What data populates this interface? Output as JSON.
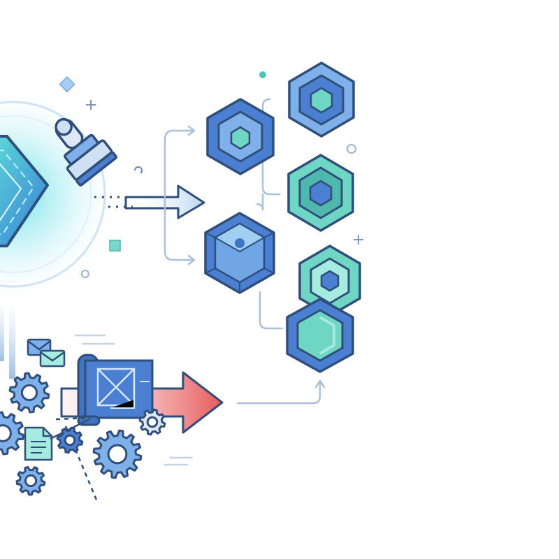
{
  "colors": {
    "outline": "#2f4f7a",
    "blue": "#4a7fd1",
    "blue_light": "#7fb0ea",
    "teal": "#6fd6c4",
    "teal_light": "#a6ebdf",
    "cyan_glow": "#4fe0e6",
    "red_arrow": "#e8585a",
    "connector": "#a9c0d8",
    "background": "#ffffff"
  },
  "icons": [
    "glowing-hexagon-core-icon",
    "rubber-stamp-icon",
    "hexagon-module-icon",
    "blueprint-scroll-icon",
    "gear-icon",
    "envelope-icon",
    "document-icon",
    "arrow-right-icon"
  ],
  "modules": [
    {
      "id": "module-1",
      "style": "blue-outer-teal-inner"
    },
    {
      "id": "module-2",
      "style": "light-blue-outer-teal-inner"
    },
    {
      "id": "module-3",
      "style": "teal-outer-blue-inner"
    },
    {
      "id": "module-4",
      "style": "blue-faceted"
    },
    {
      "id": "module-5",
      "style": "teal-outer-blue-inner"
    },
    {
      "id": "module-6",
      "style": "teal-open"
    }
  ]
}
